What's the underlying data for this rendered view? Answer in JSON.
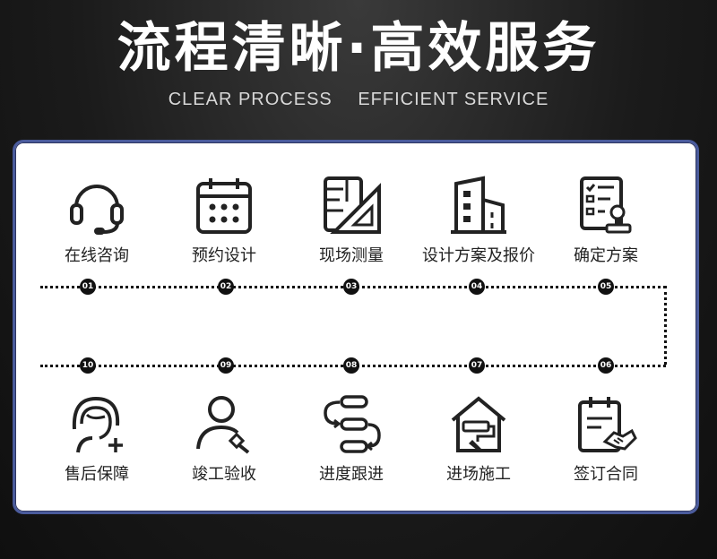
{
  "header": {
    "title": "流程清晰·高效服务",
    "subtitle_left": "CLEAR PROCESS",
    "subtitle_right": "EFFICIENT SERVICE"
  },
  "steps": [
    {
      "num": "01",
      "label": "在线咨询",
      "icon": "headset-icon"
    },
    {
      "num": "02",
      "label": "预约设计",
      "icon": "calendar-icon"
    },
    {
      "num": "03",
      "label": "现场测量",
      "icon": "ruler-triangle-icon"
    },
    {
      "num": "04",
      "label": "设计方案及报价",
      "icon": "building-icon"
    },
    {
      "num": "05",
      "label": "确定方案",
      "icon": "checklist-stamp-icon"
    },
    {
      "num": "06",
      "label": "签订合同",
      "icon": "contract-handshake-icon"
    },
    {
      "num": "07",
      "label": "进场施工",
      "icon": "house-roller-icon"
    },
    {
      "num": "08",
      "label": "进度跟进",
      "icon": "progress-steps-icon"
    },
    {
      "num": "09",
      "label": "竣工验收",
      "icon": "inspector-icon"
    },
    {
      "num": "10",
      "label": "售后保障",
      "icon": "support-agent-icon"
    }
  ],
  "colors": {
    "background": "#1b1b1b",
    "panel": "#ffffff",
    "panel_border": "#4a5b9c",
    "line": "#111111"
  }
}
